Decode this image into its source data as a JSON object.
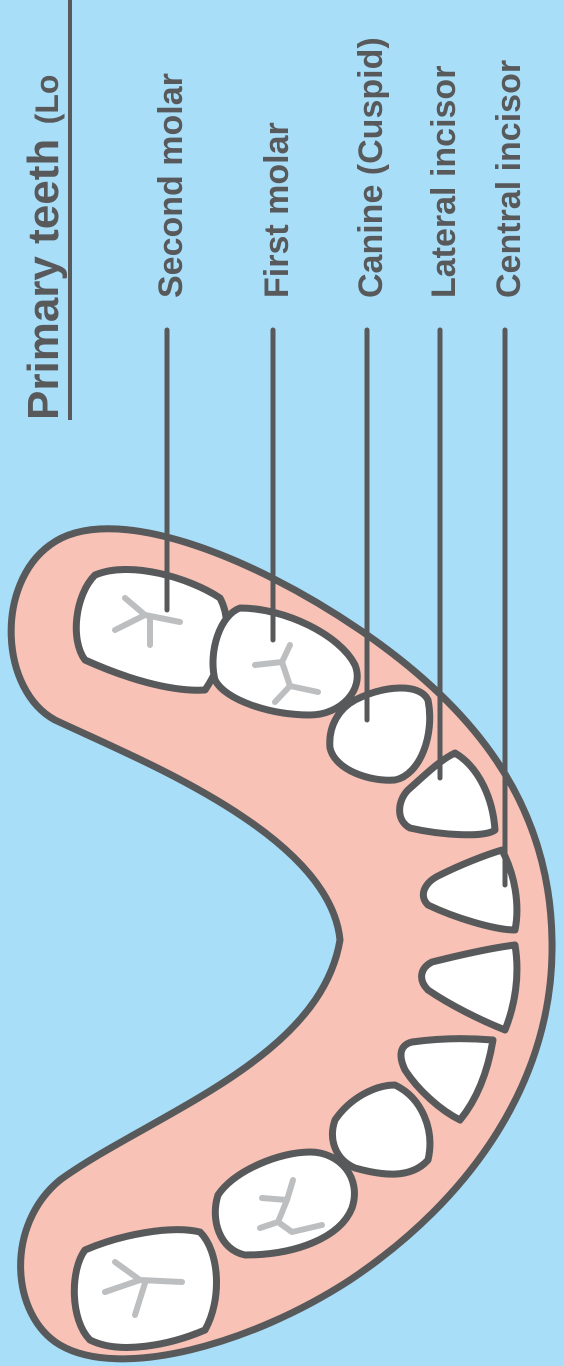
{
  "title": {
    "main": "Primary teeth",
    "sub": "(Lo"
  },
  "labels": {
    "second_molar": "Second molar",
    "first_molar": "First molar",
    "canine": "Canine (Cuspid)",
    "lateral_incisor": "Lateral incisor",
    "central_incisor": "Central incisor"
  },
  "colors": {
    "background": "#a9def9",
    "gum": "#f8c2b6",
    "outline": "#58595b",
    "tooth": "#ffffff",
    "fissure": "#bcbec0"
  }
}
